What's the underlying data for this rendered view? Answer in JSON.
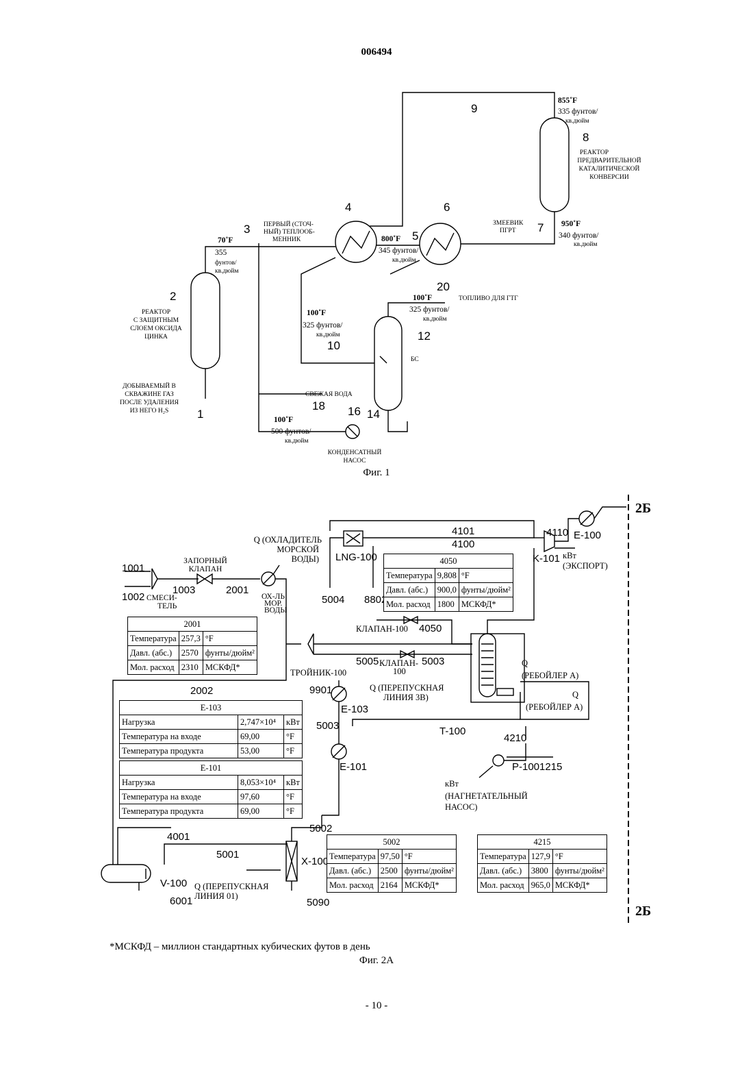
{
  "header": {
    "doc_number": "006494"
  },
  "fig1": {
    "caption": "Фиг. 1",
    "streams": {
      "s1": "1",
      "s2": "2",
      "s3": "3",
      "s4": "4",
      "s5": "5",
      "s6": "6",
      "s7": "7",
      "s8": "8",
      "s9": "9",
      "s10": "10",
      "s12": "12",
      "s14": "14",
      "s16": "16",
      "s18": "18",
      "s20": "20"
    },
    "conditions": {
      "c9_t": "855˚F",
      "c9_p1": "335 фунтов/",
      "c9_p2": "кв.дюйм",
      "c7_t": "950˚F",
      "c7_p1": "340 фунтов/",
      "c7_p2": "кв.дюйм",
      "c3_t": "70˚F",
      "c3_p1": "355",
      "c3_p2": "фунтов/",
      "c3_p3": "кв.дюйм",
      "c5_t": "800˚F",
      "c5_p1": "345 фунтов/",
      "c5_p2": "кв.дюйм",
      "c10_t": "100˚F",
      "c10_p1": "325 фунтов/",
      "c10_p2": "кв.дюйм",
      "c20_t": "100˚F",
      "c20_p1": "325 фунтов/",
      "c20_p2": "кв.дюйм",
      "c18_t": "100˚F",
      "c18_p1": "500 фунтов/",
      "c18_p2": "кв.дюйм"
    },
    "labels": {
      "reactor8_1": "РЕАКТОР",
      "reactor8_2": "ПРЕДВАРИТЕЛЬНОЙ",
      "reactor8_3": "КАТАЛИТИЧЕСКОЙ",
      "reactor8_4": "КОНВЕРСИИ",
      "hx4_1": "ПЕРВЫЙ (СТОЧ-",
      "hx4_2": "НЫЙ) ТЕПЛООБ-",
      "hx4_3": "МЕННИК",
      "coil6_1": "ЗМЕЕВИК",
      "coil6_2": "ПГРТ",
      "reactor2_1": "РЕАКТОР",
      "reactor2_2": "С ЗАЩИТНЫМ",
      "reactor2_3": "СЛОЕМ ОКСИДА",
      "reactor2_4": "ЦИНКА",
      "feed_1": "ДОБЫВАЕМЫЙ В",
      "feed_2": "СКВАЖИНЕ ГАЗ",
      "feed_3": "ПОСЛЕ УДАЛЕНИЯ",
      "feed_4": "ИЗ НЕГО H₂S",
      "fuel": "ТОПЛИВО ДЛЯ ГТГ",
      "bs": "БС",
      "fresh_water": "СВЕЖАЯ ВОДА",
      "pump_1": "КОНДЕНСАТНЫЙ",
      "pump_2": "НАСОС"
    }
  },
  "fig2a": {
    "caption": "Фиг. 2А",
    "footnote": "*МСКФД – миллион стандартных кубических футов в день",
    "continuation": "2Б",
    "labels": {
      "s1001": "1001",
      "s1002": "1002",
      "mixer_1": "СМЕСИ-",
      "mixer_2": "ТЕЛЬ",
      "s1003": "1003",
      "valve_1": "ЗАПОРНЫЙ",
      "valve_2": "КЛАПАН",
      "s2001": "2001",
      "cooler_1": "ОХ-ЛЬ",
      "cooler_2": "МОР.",
      "cooler_3": "ВОДЫ",
      "q_sea_1": "Q (ОХЛАДИТЕЛЬ",
      "q_sea_2": "МОРСКОЙ",
      "q_sea_3": "ВОДЫ)",
      "lng": "LNG-100",
      "s4101": "4101",
      "s4100": "4100",
      "s4110": "4110",
      "e100": "E-100",
      "kw_export_1": "кВт",
      "kw_export_2": "(ЭКСПОРТ)",
      "k101": "K-101",
      "s5004": "5004",
      "s8802": "8802",
      "valve100": "КЛАПАН-100",
      "s4050": "4050",
      "s5005": "5005",
      "valve_5003_1": "КЛАПАН-",
      "valve_5003_2": "100",
      "s5003a": "5003",
      "tee": "ТРОЙНИК-100",
      "s9901": "9901",
      "q_bypass_1": "Q (ПЕРЕПУСКНАЯ",
      "q_bypass_2": "ЛИНИЯ 3В)",
      "e103": "E-103",
      "s5003b": "5003",
      "t100": "T-100",
      "q_reb_1": "Q",
      "q_reb_2": "(РЕБОЙЛЕР А)",
      "q_reb_3": "Q",
      "q_reb_4": "(РЕБОЙЛЕР А)",
      "s4210": "4210",
      "p100": "P-1001215",
      "kw_pump_1": "кВт",
      "kw_pump_2": "(НАГНЕТАТЕЛЬНЫЙ",
      "kw_pump_3": "НАСОС)",
      "e101": "E-101",
      "s2002": "2002",
      "s5002": "5002",
      "s4001": "4001",
      "s5001": "5001",
      "v100": "V-100",
      "s6001": "6001",
      "x100": "X-100",
      "s5090": "5090",
      "q_bypass01_1": "Q (ПЕРЕПУСКНАЯ",
      "q_bypass01_2": "ЛИНИЯ 01)"
    },
    "tables": {
      "t2001": {
        "title": "2001",
        "rows": [
          [
            "Температура",
            "257,3",
            "°F"
          ],
          [
            "Давл. (абс.)",
            "2570",
            "фунты/дюйм²"
          ],
          [
            "Мол. расход",
            "2310",
            "МСКФД*"
          ]
        ]
      },
      "t4050": {
        "title": "4050",
        "rows": [
          [
            "Температура",
            "9,808",
            "°F"
          ],
          [
            "Давл. (абс.)",
            "900,0",
            "фунты/дюйм²"
          ],
          [
            "Мол. расход",
            "1800",
            "МСКФД*"
          ]
        ]
      },
      "te103": {
        "title": "E-103",
        "rows": [
          [
            "Нагрузка",
            "2,747×10⁴",
            "кВт"
          ],
          [
            "Температура на входе",
            "69,00",
            "°F"
          ],
          [
            "Температура продукта",
            "53,00",
            "°F"
          ]
        ]
      },
      "te101": {
        "title": "E-101",
        "rows": [
          [
            "Нагрузка",
            "8,053×10⁴",
            "кВт"
          ],
          [
            "Температура на входе",
            "97,60",
            "°F"
          ],
          [
            "Температура продукта",
            "69,00",
            "°F"
          ]
        ]
      },
      "t5002": {
        "title": "5002",
        "rows": [
          [
            "Температура",
            "97,50",
            "°F"
          ],
          [
            "Давл. (абс.)",
            "2500",
            "фунты/дюйм²"
          ],
          [
            "Мол. расход",
            "2164",
            "МСКФД*"
          ]
        ]
      },
      "t4215": {
        "title": "4215",
        "rows": [
          [
            "Температура",
            "127,9",
            "°F"
          ],
          [
            "Давл. (абс.)",
            "3800",
            "фунты/дюйм²"
          ],
          [
            "Мол. расход",
            "965,0",
            "МСКФД*"
          ]
        ]
      }
    }
  },
  "footer": {
    "page_number": "- 10 -"
  }
}
